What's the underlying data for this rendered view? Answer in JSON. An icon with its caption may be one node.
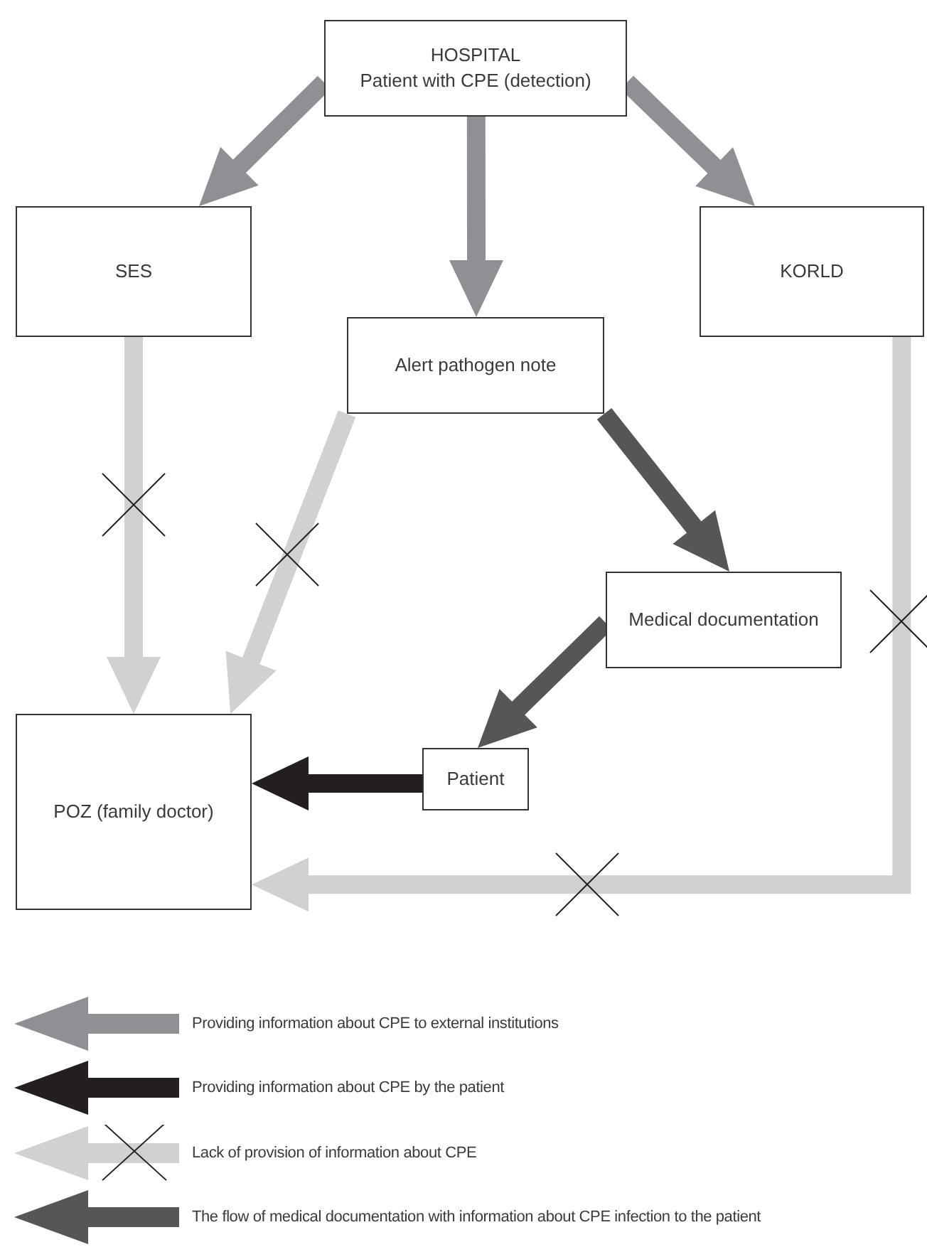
{
  "diagram": {
    "nodes": [
      {
        "text": [
          "HOSPITAL",
          "Patient with CPE (detection)"
        ]
      },
      {
        "text": [
          "SES"
        ]
      },
      {
        "text": [
          "KORLD"
        ]
      },
      {
        "text": [
          "Alert pathogen note"
        ]
      },
      {
        "text": [
          "Medical documentation"
        ]
      },
      {
        "text": [
          "Patient"
        ]
      },
      {
        "text": [
          "POZ (family doctor)"
        ]
      }
    ],
    "edges": [
      {
        "from": 0,
        "to": 1,
        "arrow": "to",
        "color": "#8f9094"
      },
      {
        "from": 0,
        "to": 3,
        "arrow": "to",
        "color": "#8f9094"
      },
      {
        "from": 0,
        "to": 2,
        "arrow": "to",
        "color": "#8f9094"
      },
      {
        "from": 1,
        "to": 6,
        "arrow": "to",
        "color": "#d0d1d3"
      },
      {
        "from": 3,
        "to": 6,
        "arrow": "to",
        "color": "#d0d1d3"
      },
      {
        "from": 3,
        "to": 4,
        "arrow": "to",
        "color": "#555658"
      },
      {
        "from": 4,
        "to": 5,
        "arrow": "to",
        "color": "#555658"
      },
      {
        "from": 5,
        "to": 6,
        "arrow": "to",
        "color": "#231f20"
      },
      {
        "from": 2,
        "to": 6,
        "arrow": "to",
        "color": "#d0d1d3"
      }
    ],
    "legend": [
      {
        "text": "Providing information about CPE to external institutions"
      },
      {
        "text": "Providing information about CPE by the patient"
      },
      {
        "text": "Lack of provision of information about CPE"
      },
      {
        "text": "The flow of medical documentation with information about CPE infection to the patient"
      }
    ]
  }
}
